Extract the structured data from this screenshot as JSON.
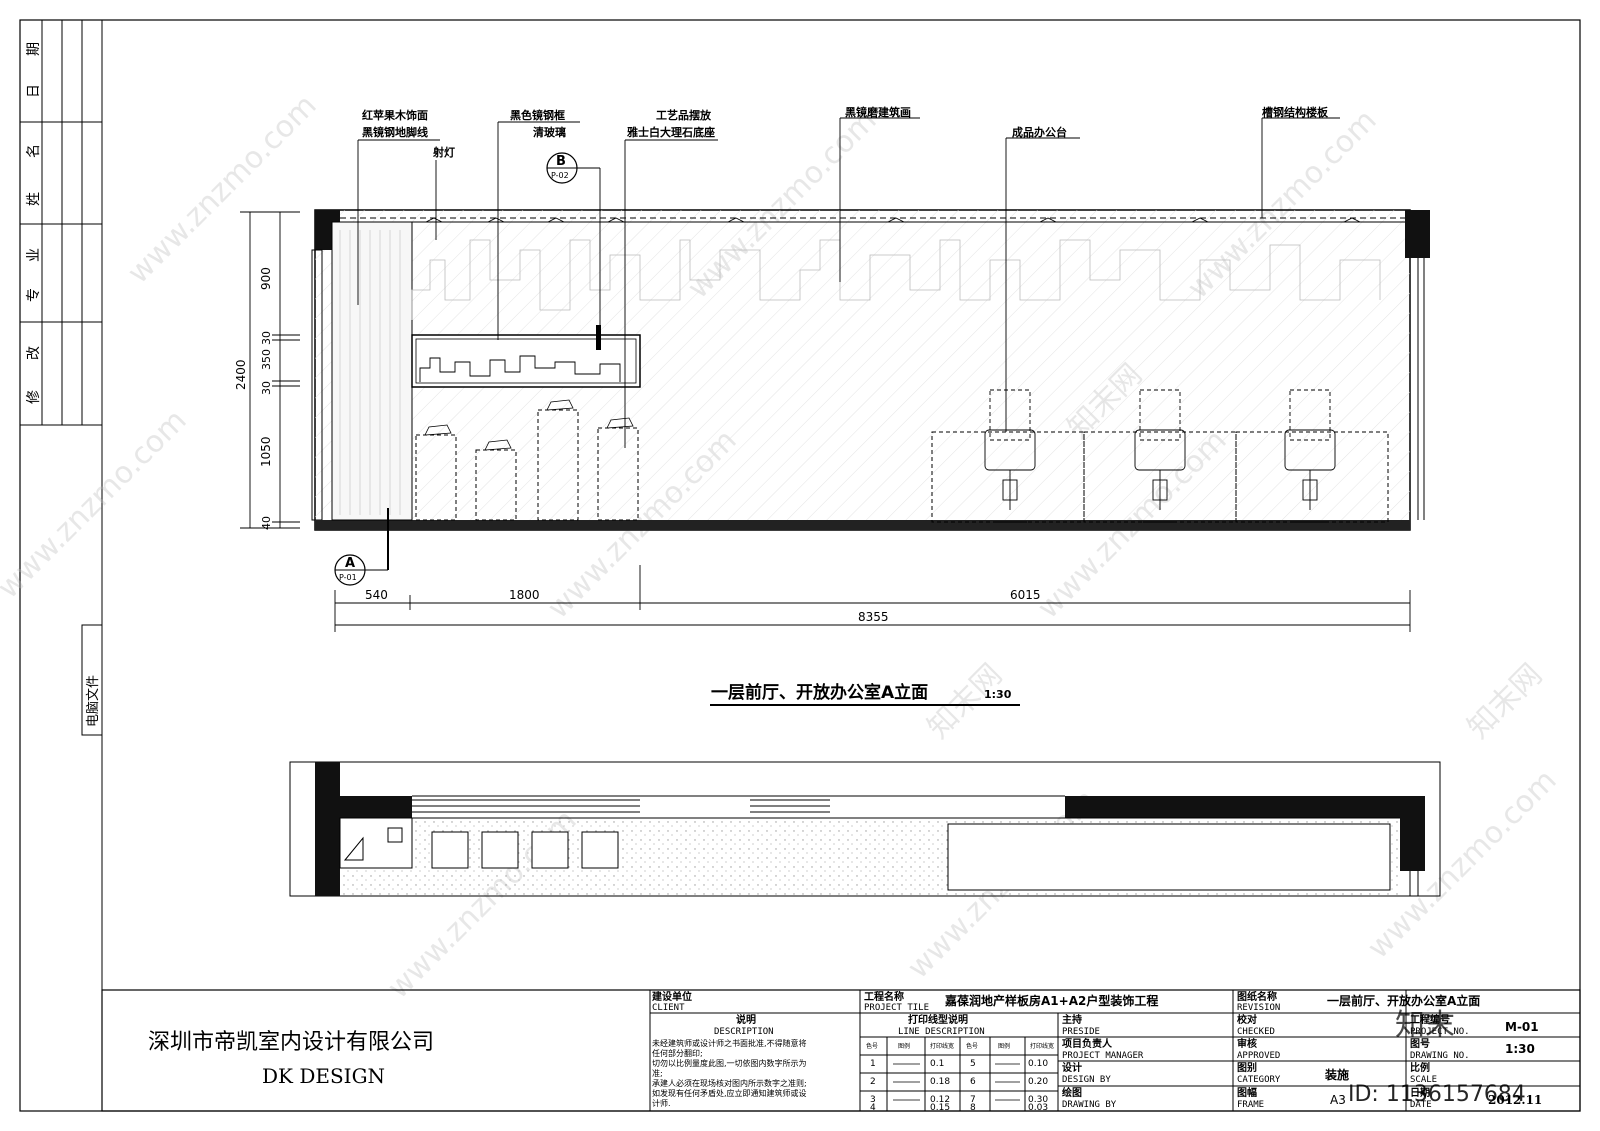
{
  "sidebar": {
    "labels": [
      "日",
      "期",
      "姓",
      "名",
      "专",
      "业",
      "修",
      "改"
    ],
    "computer_file": "电脑文件"
  },
  "callouts": {
    "c1": "红苹果木饰面",
    "c2": "黑镜钢地脚线",
    "c3": "射灯",
    "c4": "黑色镜钢框",
    "c5": "清玻璃",
    "c6": "工艺品摆放",
    "c7": "雅士白大理石底座",
    "c8": "黑镜磨建筑画",
    "c9": "成品办公台",
    "c10": "槽钢结构楼板"
  },
  "markers": {
    "b_letter": "B",
    "b_ref": "P-02",
    "a_letter": "A",
    "a_ref": "P-01"
  },
  "dims": {
    "v_total": "2400",
    "v1": "900",
    "v2": "30",
    "v3": "350",
    "v4": "30",
    "v5": "1050",
    "v6": "40",
    "h1": "540",
    "h2": "1800",
    "h3": "6015",
    "h_total": "8355"
  },
  "drawing_title": "一层前厅、开放办公室A立面",
  "drawing_scale": "1:30",
  "title_block": {
    "company_cn": "深圳市帝凯室内设计有限公司",
    "company_en": "DK   DESIGN",
    "client_cn": "建设单位",
    "client_en": "CLIENT",
    "desc_cn": "说明",
    "desc_en": "DESCRIPTION",
    "notes": [
      "未经建筑师或设计师之书面批准,不得随意将",
      "任何部分翻印;",
      "切勿以比例量度此图,一切依图内数字所示为",
      "准;",
      "承建人必须在现场核对图内所示数字之准则;",
      "如发现有任何矛盾处,应立即通知建筑师或设",
      "计师."
    ],
    "project_title_cn": "工程名称",
    "project_title_en": "PROJECT TILE",
    "project_name": "嘉葆润地产样板房A1+A2户型装饰工程",
    "line_desc_cn": "打印线型说明",
    "line_desc_en": "LINE DESCRIPTION",
    "line_headers": [
      "色号",
      "图例",
      "打印线宽",
      "色号",
      "图例",
      "打印线宽"
    ],
    "line_rows": [
      [
        "1",
        "0.1",
        "5",
        "0.10"
      ],
      [
        "2",
        "0.18",
        "6",
        "0.20"
      ],
      [
        "3",
        "0.12",
        "7",
        "0.30"
      ],
      [
        "4",
        "0.15",
        "8",
        "0.03"
      ]
    ],
    "preside_cn": "主持",
    "preside_en": "PRESIDE",
    "pm_cn": "项目负责人",
    "pm_en": "PROJECT MANAGER",
    "design_cn": "设计",
    "design_en": "DESIGN BY",
    "drawing_cn": "绘图",
    "drawing_en": "DRAWING BY",
    "revision_cn": "图纸名称",
    "revision_en": "REVISION",
    "revision_value": "一层前厅、开放办公室A立面",
    "checked_cn": "校对",
    "checked_en": "CHECKED",
    "approved_cn": "审核",
    "approved_en": "APPROVED",
    "category_cn": "图别",
    "category_en": "CATEGORY",
    "category_value": "装施",
    "frame_cn": "图幅",
    "frame_en": "FRAME",
    "frame_value": "A3",
    "project_no_label": "工程编号",
    "project_no_en": "PROJECT NO.",
    "drawing_no_label": "图号",
    "drawing_no_en": "DRAWING NO.",
    "drawing_no_value": "M-01",
    "scale_cn": "比例",
    "scale_en": "SCALE",
    "scale_value": "1:30",
    "date_cn": "日期",
    "date_en": "DATE",
    "date_value": "2012.11"
  },
  "watermark": {
    "text": "www.znzmo.com",
    "brand": "知末网",
    "id_text": "ID: 1136157684",
    "logo": "知末"
  }
}
